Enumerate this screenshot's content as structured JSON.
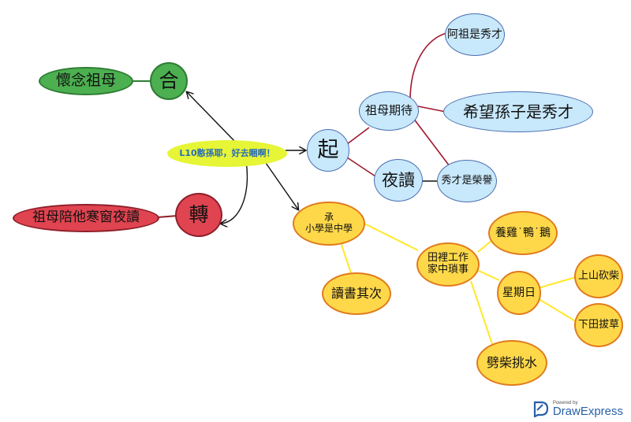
{
  "center": "L10憨孫耶，好去睏啊！",
  "nodes": {
    "he": "合",
    "huainian": "懷念祖母",
    "zhuan": "轉",
    "peita": "祖母陪他寒窗夜讀",
    "qi": "起",
    "qidai": "祖母期待",
    "azu": "阿祖是秀才",
    "xiwang": "希望孫子是秀才",
    "yedu": "夜讀",
    "rongyu": "秀才是榮譽",
    "cheng": "承\n小學是中學",
    "dushu": "讀書其次",
    "tianli": "田裡工作\n家中瑣事",
    "yangji": "養雞˙鴨˙鵝",
    "xingqi": "星期日",
    "shangshan": "上山砍柴",
    "xiatian": "下田拔草",
    "pichai": "劈柴挑水"
  },
  "logo": {
    "powered": "Powered by",
    "brand": "DrawExpress"
  },
  "colors": {
    "green": "#4caf50",
    "red": "#e04450",
    "blue": "#c8e8fb",
    "yellow": "#ffd84a",
    "center": "#e6f535"
  }
}
